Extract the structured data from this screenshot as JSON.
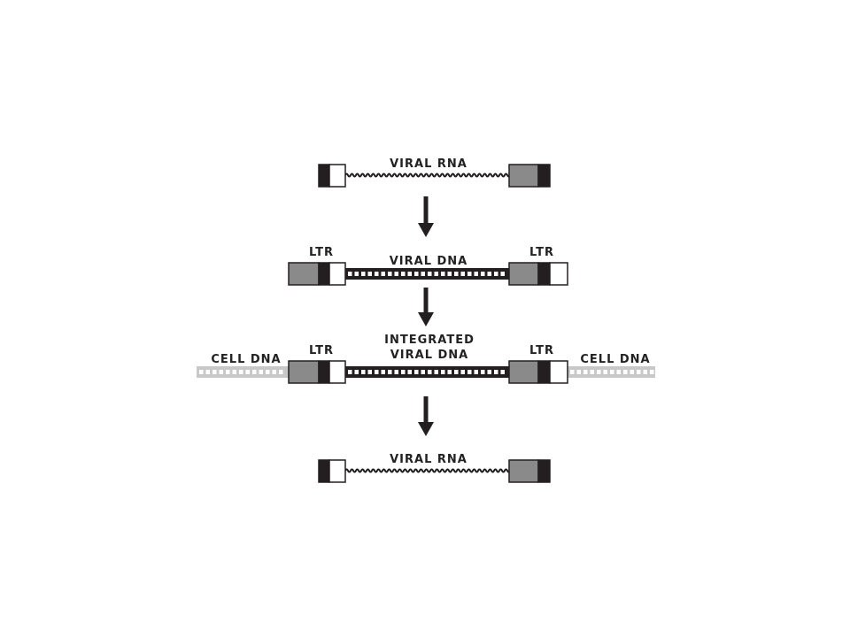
{
  "labels": {
    "viral_rna_top": "VIRAL RNA",
    "ltr_left_1": "LTR",
    "ltr_right_1": "LTR",
    "viral_dna": "VIRAL DNA",
    "integrated_line1": "INTEGRATED",
    "integrated_line2": "VIRAL DNA",
    "cell_dna_left": "CELL DNA",
    "cell_dna_right": "CELL DNA",
    "ltr_left_2": "LTR",
    "ltr_right_2": "LTR",
    "viral_rna_bottom": "VIRAL RNA"
  },
  "colors": {
    "black": "#231f20",
    "gray": "#8a8a8a",
    "cell": "#c8c8c8",
    "white": "#ffffff"
  }
}
